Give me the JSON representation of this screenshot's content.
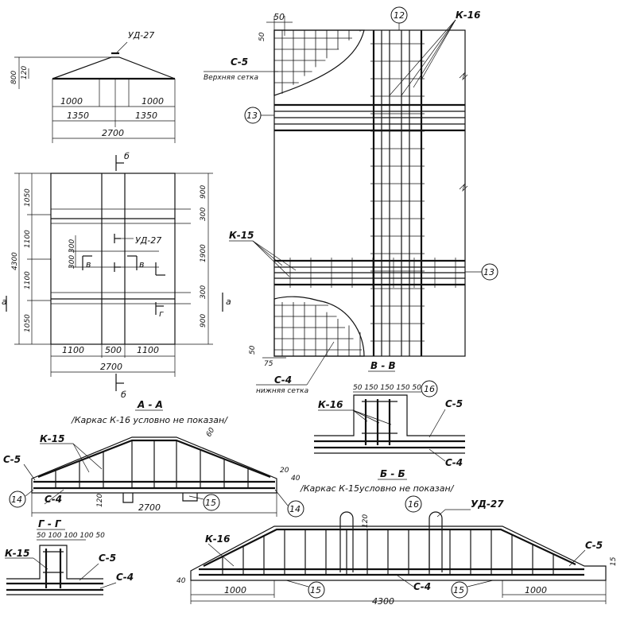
{
  "elevation_top": {
    "mark": "УД-27",
    "dims": {
      "h_total": "800",
      "h_edge": "120",
      "w_left": "1000",
      "w_right": "1000",
      "half_left": "1350",
      "half_right": "1350",
      "total": "2700"
    }
  },
  "plan": {
    "mark_ud": "УД-27",
    "section_marks": {
      "b": "б",
      "a": "а",
      "v": "в",
      "g": "г"
    },
    "dims_left": [
      "1050",
      "1100",
      "1100",
      "1050"
    ],
    "total_left": "4300",
    "dims_right": [
      "900",
      "300",
      "1900",
      "300",
      "900"
    ],
    "small_dims": [
      "300",
      "300"
    ],
    "dims_bottom": [
      "1100",
      "500",
      "1100"
    ],
    "total_bottom": "2700"
  },
  "detail": {
    "dim_top": "50",
    "dim_side": "50",
    "mark_12": "12",
    "k16": "К-16",
    "c5": "С-5",
    "c5_note": "Верхняя сетка",
    "mark_13_top": "13",
    "mark_13_bottom": "13",
    "k15": "К-15",
    "dim_bottom": "75",
    "dim_bottom_side": "50",
    "c4": "С-4",
    "c4_note": "нижняя сетка"
  },
  "section_vv": {
    "title": "В - В",
    "dims": "50 150 150 150 50",
    "mark_16": "16",
    "k16": "К-16",
    "c5": "С-5",
    "c4": "С-4"
  },
  "section_aa": {
    "title": "А - А",
    "note": "/Каркас  К-16  условно  не  показан/",
    "k15": "К-15",
    "c5": "С-5",
    "c4": "С-4",
    "mark_14_left": "14",
    "mark_14_right": "14",
    "mark_15": "15",
    "dim_total": "2700",
    "dim_h": "120",
    "dim_r1": "20",
    "dim_r2": "40",
    "dim_top": "60"
  },
  "section_gg": {
    "title": "Г - Г",
    "dims": "50 100 100 100 50",
    "k15": "К-15",
    "c5": "С-5",
    "c4": "С-4"
  },
  "section_bb": {
    "title": "Б - Б",
    "note": "/Каркас  К-15условно не  показан/",
    "mark_16": "16",
    "ud27": "УД-27",
    "k16": "К-16",
    "c5": "С-5",
    "c4": "С-4",
    "mark_15_left": "15",
    "mark_15_right": "15",
    "dim_left": "1000",
    "dim_right": "1000",
    "dim_total": "4300",
    "dim_40": "40",
    "dim_15": "15",
    "dim_120": "120"
  }
}
